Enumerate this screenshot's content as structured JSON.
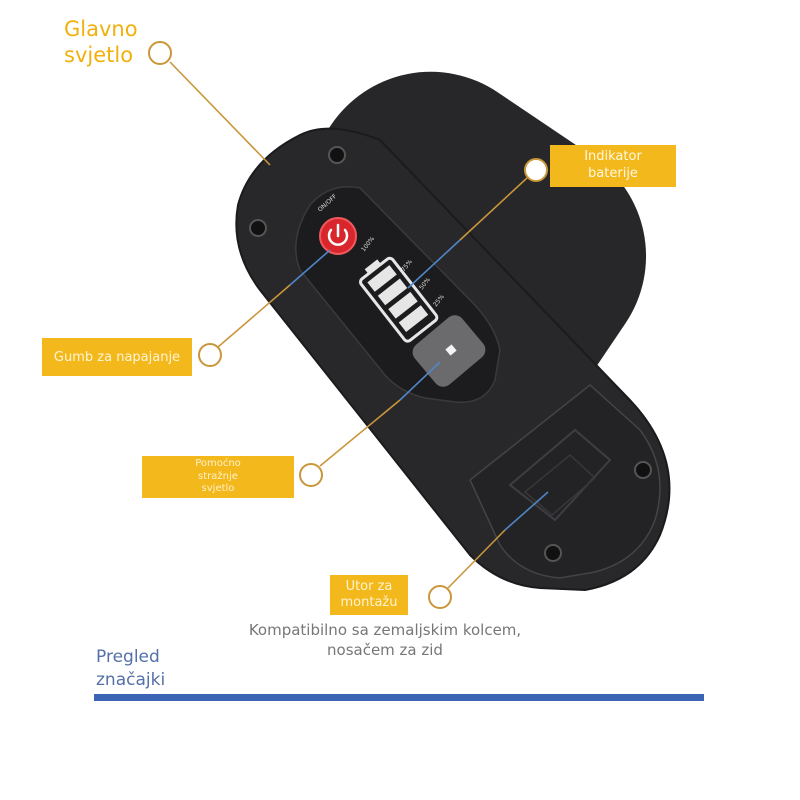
{
  "labels": {
    "main_light": "Glavno\nsvjetlo",
    "battery_indicator": "Indikator\nbaterije",
    "power_button": "Gumb za napajanje",
    "aux_light": "Pomoćno\nstražnje\nsvjetlo",
    "mount_slot": "Utor za\nmontažu"
  },
  "compatibility_note": "Kompatibilno sa zemaljskim kolcem,\nnosačem za zid",
  "overview_title": "Pregled\nznačajki",
  "device": {
    "button_label": "ON/OFF",
    "battery_levels": [
      "100%",
      "75%",
      "50%",
      "25%"
    ]
  },
  "colors": {
    "accent_yellow": "#f3b81c",
    "leader_line": "#c9963a",
    "indicator_line": "#4f86c6",
    "device_body": "#2b2b2d",
    "power_red": "#d8262c",
    "section_bar": "#3c64b4"
  }
}
